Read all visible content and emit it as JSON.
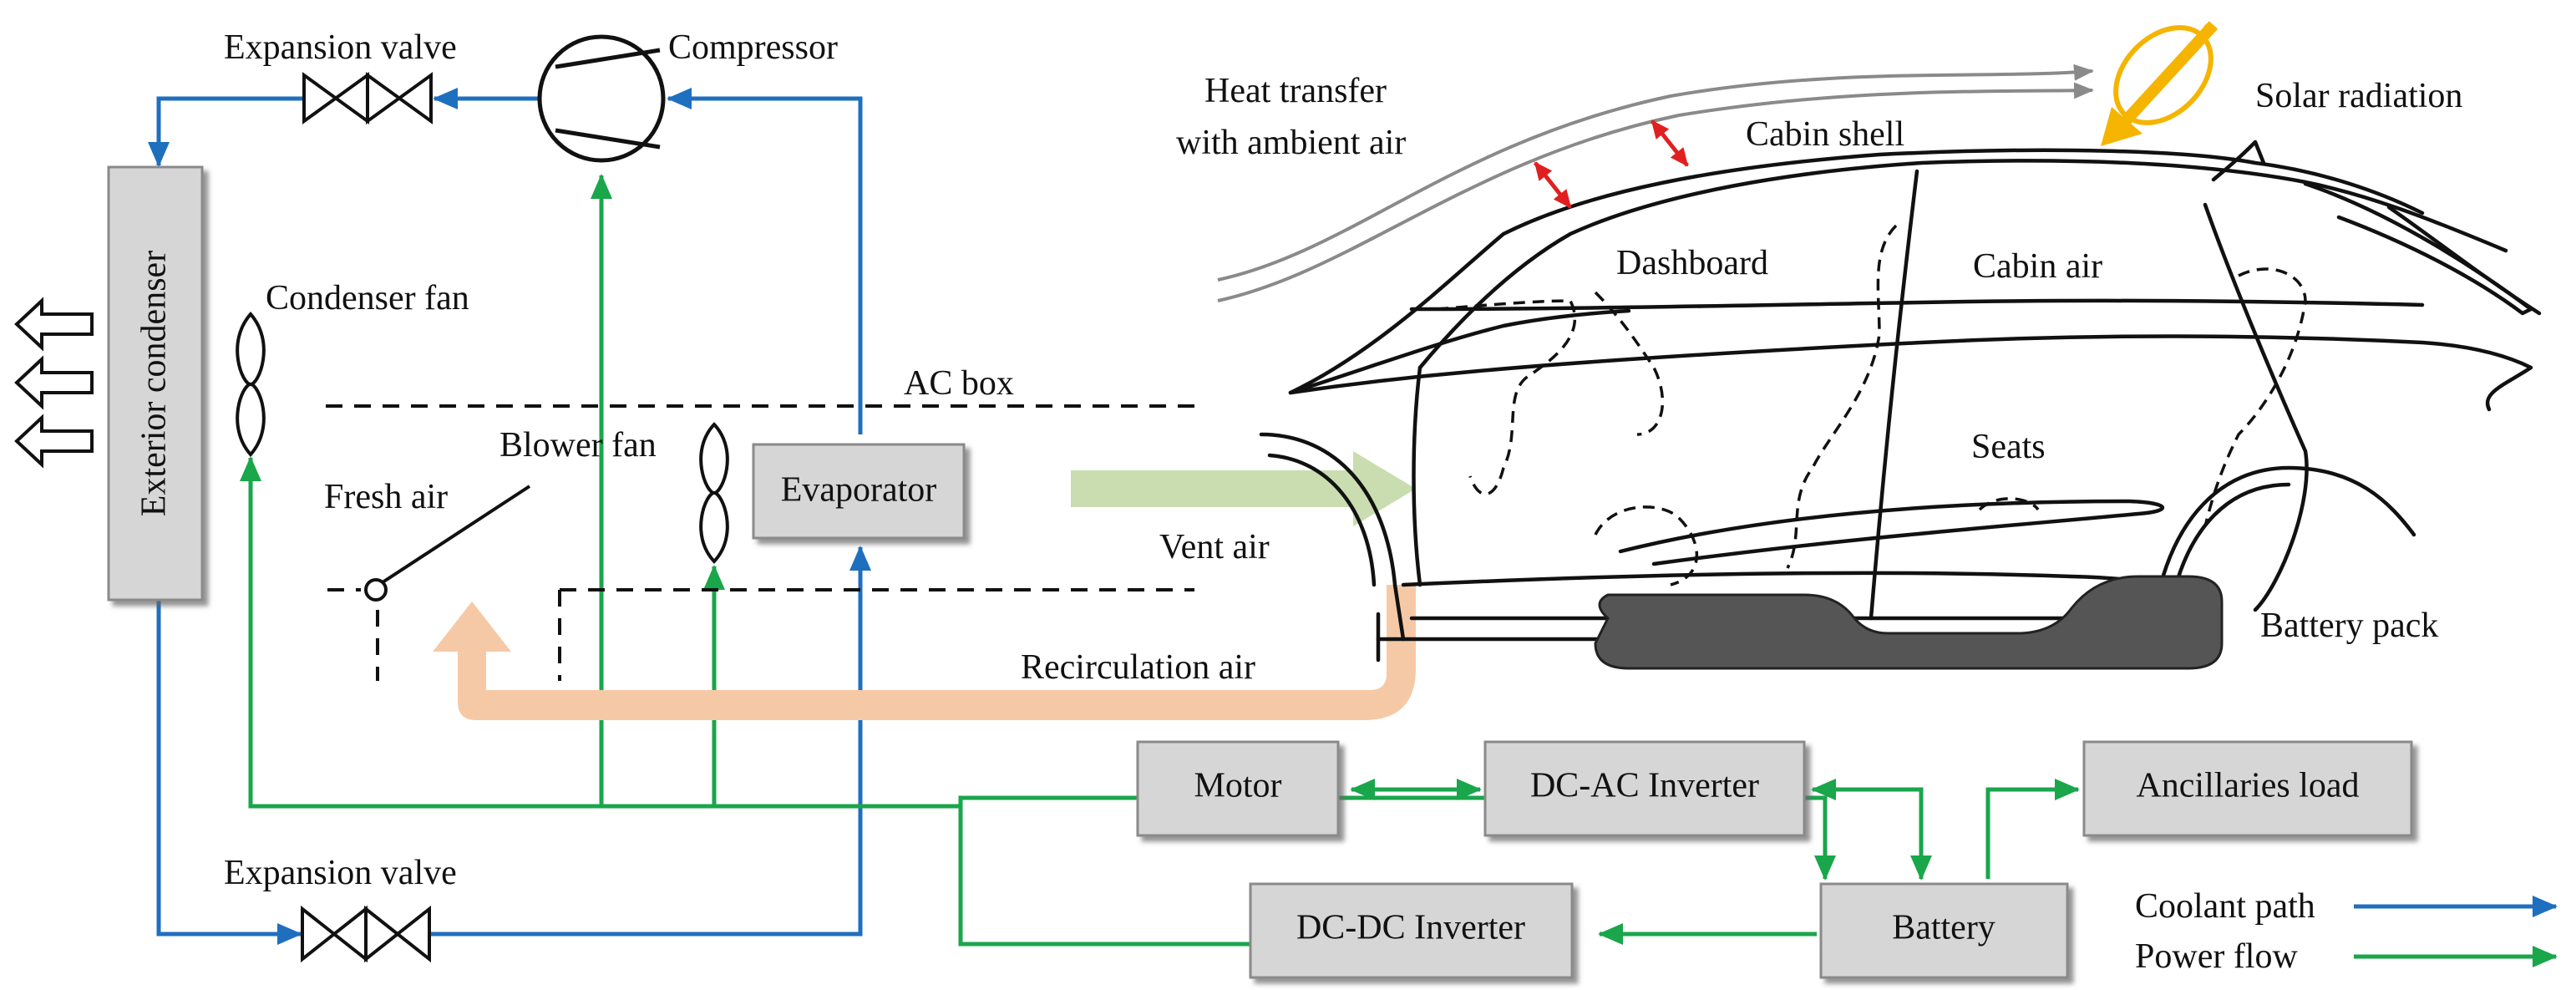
{
  "labels": {
    "expansion_valve_top": "Expansion valve",
    "compressor": "Compressor",
    "condenser_fan": "Condenser fan",
    "ac_box": "AC box",
    "blower_fan": "Blower fan",
    "fresh_air": "Fresh air",
    "vent_air": "Vent air",
    "recirculation_air": "Recirculation air",
    "expansion_valve_bottom": "Expansion valve",
    "heat_transfer_line1": "Heat transfer",
    "heat_transfer_line2": "with ambient air",
    "cabin_shell": "Cabin shell",
    "solar_radiation": "Solar radiation",
    "dashboard": "Dashboard",
    "cabin_air": "Cabin air",
    "seats": "Seats",
    "battery_pack": "Battery pack"
  },
  "boxes": {
    "exterior_condenser": "Exterior condenser",
    "evaporator": "Evaporator",
    "motor": "Motor",
    "dc_ac_inverter": "DC-AC Inverter",
    "ancillaries_load": "Ancillaries load",
    "battery": "Battery",
    "dc_dc_inverter": "DC-DC Inverter"
  },
  "legend": {
    "coolant_path": "Coolant path",
    "power_flow": "Power flow"
  },
  "colors": {
    "coolant": "#1f6fbf",
    "power": "#1aa64b",
    "vent_air": "#c9ddb0",
    "recirculation_air": "#f6c9a6",
    "heat_transfer": "#e02020",
    "solar": "#f5b400",
    "box_fill": "#d6d6d6",
    "battery_pack": "#555555"
  }
}
